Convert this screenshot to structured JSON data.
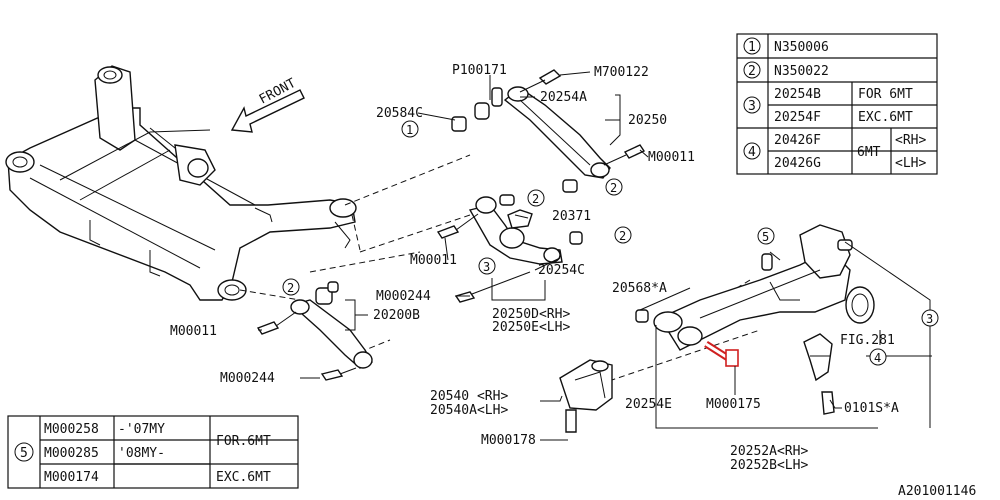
{
  "diagram": {
    "front_label": "FRONT",
    "parts": {
      "p100171": "P100171",
      "m700122": "M700122",
      "p20584c": "20584C",
      "p20254a": "20254A",
      "p20250": "20250",
      "m00011_top": "M00011",
      "p20371": "20371",
      "m00011_mid": "M00011",
      "p20254c": "20254C",
      "m000244_mid": "M000244",
      "p20250d": "20250D<RH>",
      "p20250e": "20250E<LH>",
      "p20200b": "20200B",
      "m00011_left": "M00011",
      "m000244_left": "M000244",
      "p20568a": "20568*A",
      "fig281": "FIG.281",
      "p20540": "20540 <RH>",
      "p20540a": "20540A<LH>",
      "p20254e": "20254E",
      "m000175": "M000175",
      "m000178": "M000178",
      "p0101s": "0101S*A",
      "p20252a": "20252A<RH>",
      "p20252b": "20252B<LH>"
    },
    "callouts": [
      "1",
      "2",
      "3",
      "4",
      "5"
    ],
    "diagram_id": "A201001146"
  },
  "table_top": {
    "rows": [
      {
        "num": "1",
        "part": "N350006"
      },
      {
        "num": "2",
        "part": "N350022"
      },
      {
        "num": "3",
        "part_a": "20254B",
        "note_a": "FOR 6MT",
        "part_b": "20254F",
        "note_b": "EXC.6MT"
      },
      {
        "num": "4",
        "part_a": "20426F",
        "part_b": "20426G",
        "mt": "6MT",
        "side_a": "<RH>",
        "side_b": "<LH>"
      }
    ]
  },
  "table_bottom": {
    "num": "5",
    "rows": [
      {
        "part": "M000258",
        "my": "-'07MY"
      },
      {
        "part": "M000285",
        "my": "'08MY-"
      },
      {
        "part": "M000174",
        "my": ""
      }
    ],
    "note_a": "FOR.6MT",
    "note_b": "EXC.6MT"
  },
  "colors": {
    "line": "#111111",
    "highlight": "#d02020"
  }
}
